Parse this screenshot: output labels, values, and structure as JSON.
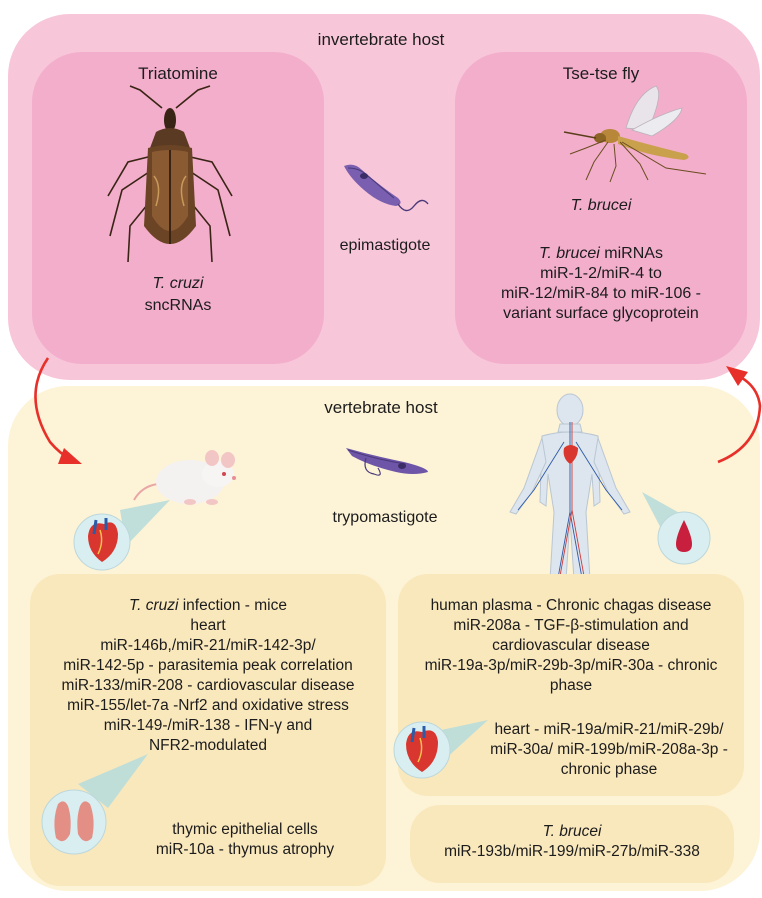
{
  "invertebrate": {
    "title": "invertebrate host",
    "triatomine": {
      "title": "Triatomine",
      "species": "T. cruzi",
      "rna": "sncRNAs"
    },
    "center_stage": "epimastigote",
    "tsetse": {
      "title": "Tse-tse fly",
      "species": "T. brucei",
      "mirna_species": "T. brucei",
      "mirna_label": " miRNAs",
      "lines": [
        "miR-1-2/miR-4 to",
        "miR-12/miR-84 to miR-106 -",
        "variant surface glycoprotein"
      ]
    }
  },
  "vertebrate": {
    "title": "vertebrate host",
    "center_stage": "trypomastigote",
    "mice": {
      "species": "T. cruzi",
      "heading_rest": " infection - mice",
      "lines": [
        "heart",
        "miR-146b,/miR-21/miR-142-3p/",
        "miR-142-5p - parasitemia peak correlation",
        "miR-133/miR-208  - cardiovascular disease",
        "miR-155/let-7a -Nrf2  and oxidative stress",
        "miR-149-/miR-138 - IFN-γ and",
        "NFR2-modulated"
      ],
      "thymus_lines": [
        "thymic epithelial cells",
        "miR-10a - thymus atrophy"
      ]
    },
    "human": {
      "lines": [
        "human plasma  - Chronic chagas disease",
        "miR-208a - TGF-β-stimulation and",
        "cardiovascular disease",
        "miR-19a-3p/miR-29b-3p/miR-30a - chronic",
        "phase"
      ],
      "heart_lines": [
        "heart  - miR-19a/miR-21/miR-29b/",
        "miR-30a/ miR-199b/miR-208a-3p -",
        "chronic phase"
      ]
    },
    "brucei": {
      "species": "T. brucei",
      "line": "miR-193b/miR-199/miR-27b/miR-338"
    }
  },
  "colors": {
    "invertebrate_bg": "#f8c6d9",
    "invertebrate_inner": "#f3aecb",
    "vertebrate_bg": "#fdf3d6",
    "vertebrate_inner": "#fae8bd",
    "arrow": "#e8302a",
    "parasite": "#7a5fb0"
  }
}
